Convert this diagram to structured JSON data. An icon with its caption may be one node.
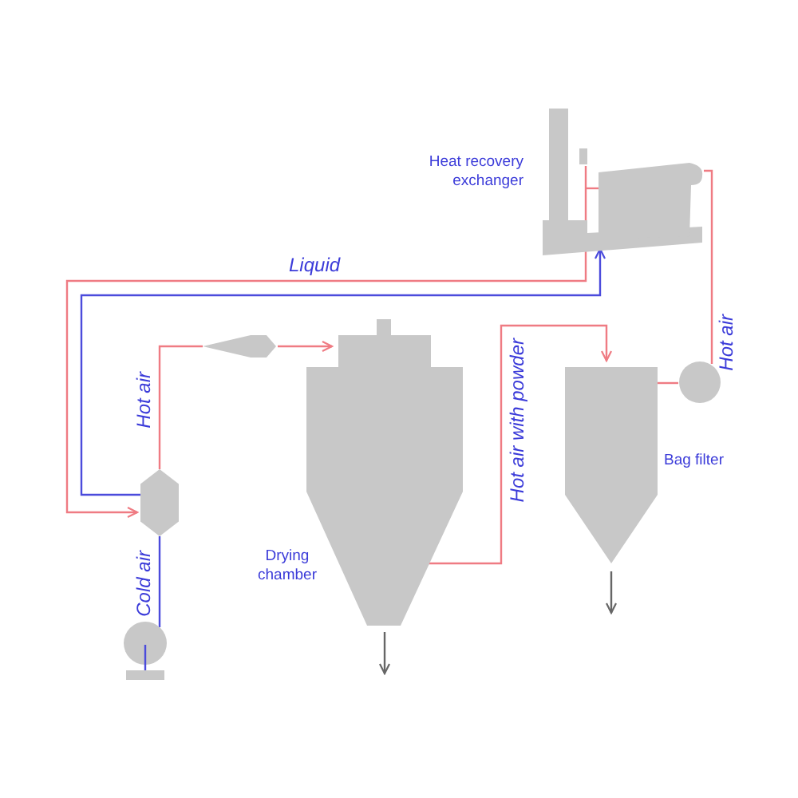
{
  "diagram": {
    "nodes": [
      {
        "text": [
          "Heat recovery exchanger"
        ]
      },
      {
        "text": [],
        "shape": "cone"
      },
      {
        "text": [
          "Drying chamber"
        ]
      },
      {
        "text": [],
        "shape": "circle"
      },
      {
        "text": [
          "Bag filter"
        ]
      },
      {
        "text": [],
        "shape": "hexagon"
      },
      {
        "text": [],
        "shape": "circle"
      }
    ],
    "edges": [
      {
        "from": 6,
        "to": 5,
        "arrow": "none",
        "label": "Cold air",
        "color": "#4b4bdc"
      },
      {
        "from": 5,
        "to": 1,
        "arrow": "none",
        "label": "Hot air"
      },
      {
        "from": 1,
        "to": 2,
        "arrow": "to"
      },
      {
        "from": 2,
        "to": 4,
        "arrow": "to",
        "label": "Hot air with powder"
      },
      {
        "from": 4,
        "to": 3,
        "arrow": "none"
      },
      {
        "from": 3,
        "to": 0,
        "arrow": "none",
        "label": "Hot air"
      },
      {
        "from": 0,
        "to": 5,
        "arrow": "to"
      },
      {
        "from": 5,
        "to": 0,
        "arrow": "to",
        "label": "Liquid",
        "color": "#4b4bdc"
      },
      {
        "from": 2,
        "to": null,
        "arrow": "to",
        "color": "#666666"
      },
      {
        "from": 4,
        "to": null,
        "arrow": "to",
        "color": "#666666"
      }
    ]
  }
}
